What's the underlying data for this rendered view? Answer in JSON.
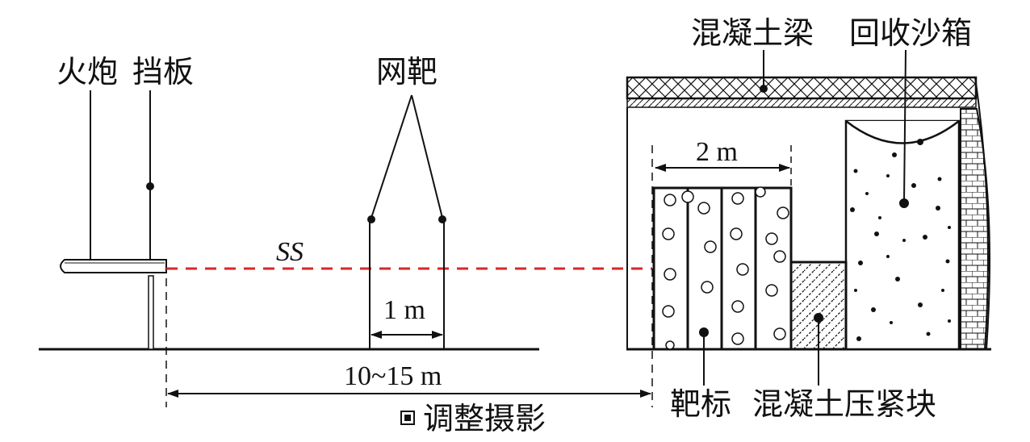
{
  "labels": {
    "gun": "火炮",
    "baffle": "挡板",
    "net_target": "网靶",
    "concrete_beam": "混凝土梁",
    "recovery_sandbox": "回收沙箱",
    "target_marker": "靶标",
    "concrete_block": "混凝土压紧块",
    "camera": "调整摄影",
    "trajectory": "SS"
  },
  "dimensions": {
    "net_spacing": "1 m",
    "target_width": "2 m",
    "distance": "10~15 m"
  },
  "colors": {
    "trajectory": "#d62828",
    "line": "#111111"
  },
  "icons": {
    "camera": "camera-icon"
  }
}
